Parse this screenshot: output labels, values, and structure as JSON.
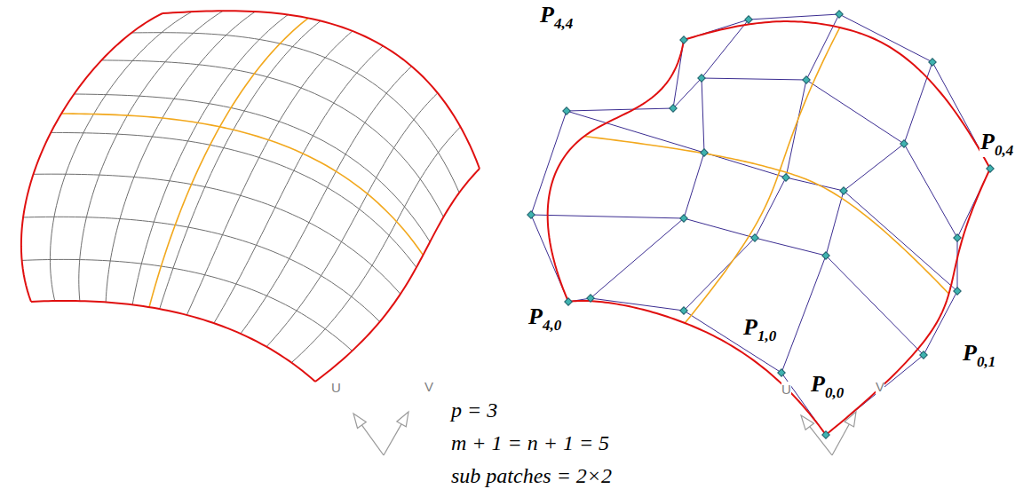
{
  "diagram": {
    "labels": [
      "P",
      "4,4",
      "P",
      "0,4",
      "P",
      "4,0",
      "P",
      "1,0",
      "P",
      "0,0",
      "P",
      "0,1",
      "p = 3",
      "m + 1 = n + 1 = 5",
      "sub patches = 2×2",
      "U",
      "V",
      "U",
      "V"
    ]
  }
}
